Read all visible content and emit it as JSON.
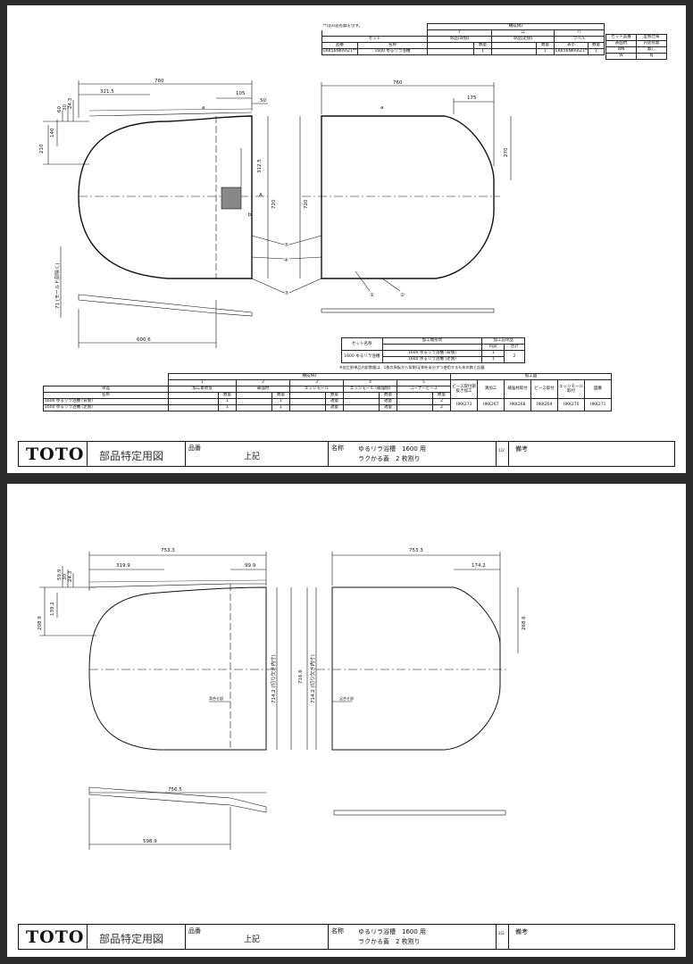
{
  "sheet1": {
    "set_table": {
      "note": "**は内装有無を示す。",
      "header_kousei": "構成NO",
      "i": "イ",
      "ro": "ロ",
      "ha": "ハ",
      "set": "セット",
      "tanpin_se": "単品(背側)",
      "tanpin_ashi": "単品(足側)",
      "label": "ラベル",
      "hinban": "品番",
      "meisho": "名称",
      "suryo": "数量",
      "hyoji": "表示",
      "row_hinban": "EKK56NKAAZ1**",
      "row_name": "1600 ゆるリラ浴槽",
      "row_q1": "1",
      "row_q2": "1",
      "row_label": "EKK56NKAAZ1**",
      "row_q3": "1"
    },
    "right_table": {
      "h1": "セット品番",
      "h1b": "表面材",
      "h2": "型製仕様",
      "h2b": "内装有無",
      "v1": "WN",
      "v1b": "W",
      "v2": "無し",
      "v2b": "有"
    },
    "dims": {
      "w_left": "760",
      "d_3215": "321.5",
      "d_105": "105",
      "d_50": "50",
      "d_60": "60",
      "d_30": "30",
      "d_243": "24.3",
      "d_210": "210",
      "d_140": "140",
      "d_3125": "312.5",
      "d_720a": "720",
      "d_720b": "720",
      "w_right": "760",
      "d_175": "175",
      "d_270": "270",
      "d_6006": "600.6",
      "mold_note": "71 (モールド部除く)",
      "A": "A",
      "b": "b",
      "a": "a",
      "n1": "①",
      "n2": "②",
      "n3": "③",
      "n4": "④",
      "n5": "⑤"
    },
    "mid_table": {
      "set_name": "セット名称",
      "kako": "加工後形状",
      "kako_tanpin": "加工前単品",
      "row1": "1600 ゆるリラ浴槽",
      "sub1": "1600 ゆるリラ浴槽 (背側)",
      "sub2": "1600 ゆるリラ浴槽 (足側)",
      "uchi": "内訳",
      "gokei": "合計",
      "q1": "1",
      "q2": "1",
      "q3": "2",
      "note": "※加工前単品内訳数量は、1枚の原板から背側/足側を半分ずつ使用するための数と記載"
    },
    "comp_table": {
      "kousei": "構成NO",
      "kakouzu": "加工図",
      "c1": "1",
      "c2": "2",
      "c3": "3",
      "c4": "4",
      "c5": "5",
      "tanpin": "単品",
      "name": "名称",
      "k1": "加工後原反",
      "k2": "補強材",
      "k3": "エッジモール",
      "k4": "エッジモール (補強側)",
      "k5": "コーナービース",
      "bead_kako": "ビース取付部抜き加工",
      "mizo": "溝加工",
      "hokyo_tori": "補強材取付",
      "bead_tori": "ビース取付",
      "edge_tori": "エッジモール取付",
      "zuban": "図番",
      "suryo": "数量",
      "tekiryo": "適量",
      "r1": "1600 ゆるリラ浴槽 (背側)",
      "r2": "1600 ゆるリラ浴槽 (足側)",
      "one": "1",
      "two": "2",
      "z1": "HKK273",
      "z2": "HKK267",
      "z3": "HKK268",
      "z4": "HKK269",
      "z5": "HKK270",
      "z6": "HKK271"
    },
    "title": {
      "logo": "TOTO",
      "doc": "部品特定用図",
      "hinban_label": "品番",
      "hinban_value": "上記",
      "name_label": "名称",
      "name_line1": "ゆるリラ浴槽　1600 用",
      "name_line2": "ラクかる蓋　2 枚割り",
      "page": "1/2",
      "biko": "備考"
    }
  },
  "sheet2": {
    "dims": {
      "w_left": "753.3",
      "d_3199": "319.9",
      "d_999": "99.9",
      "d_599": "59.9",
      "d_30": "30",
      "d_243": "24.3",
      "d_2089": "208.9",
      "d_1392": "139.2",
      "d_7142l": "714.2 (切り欠き内寸)",
      "d_7166": "716.6",
      "d_7142r": "714.2 (切り欠き内寸)",
      "w_right": "753.3",
      "d_1742": "174.2",
      "d_2686": "268.6",
      "d_7565": "756.5",
      "d_5989": "598.9",
      "label_left": "背合せ部",
      "label_right": "足合せ部"
    },
    "title": {
      "logo": "TOTO",
      "doc": "部品特定用図",
      "hinban_label": "品番",
      "hinban_value": "上記",
      "name_label": "名称",
      "name_line1": "ゆるリラ浴槽　1600 用",
      "name_line2": "ラクかる蓋　2 枚割り",
      "page": "2/2",
      "biko": "備考"
    }
  }
}
